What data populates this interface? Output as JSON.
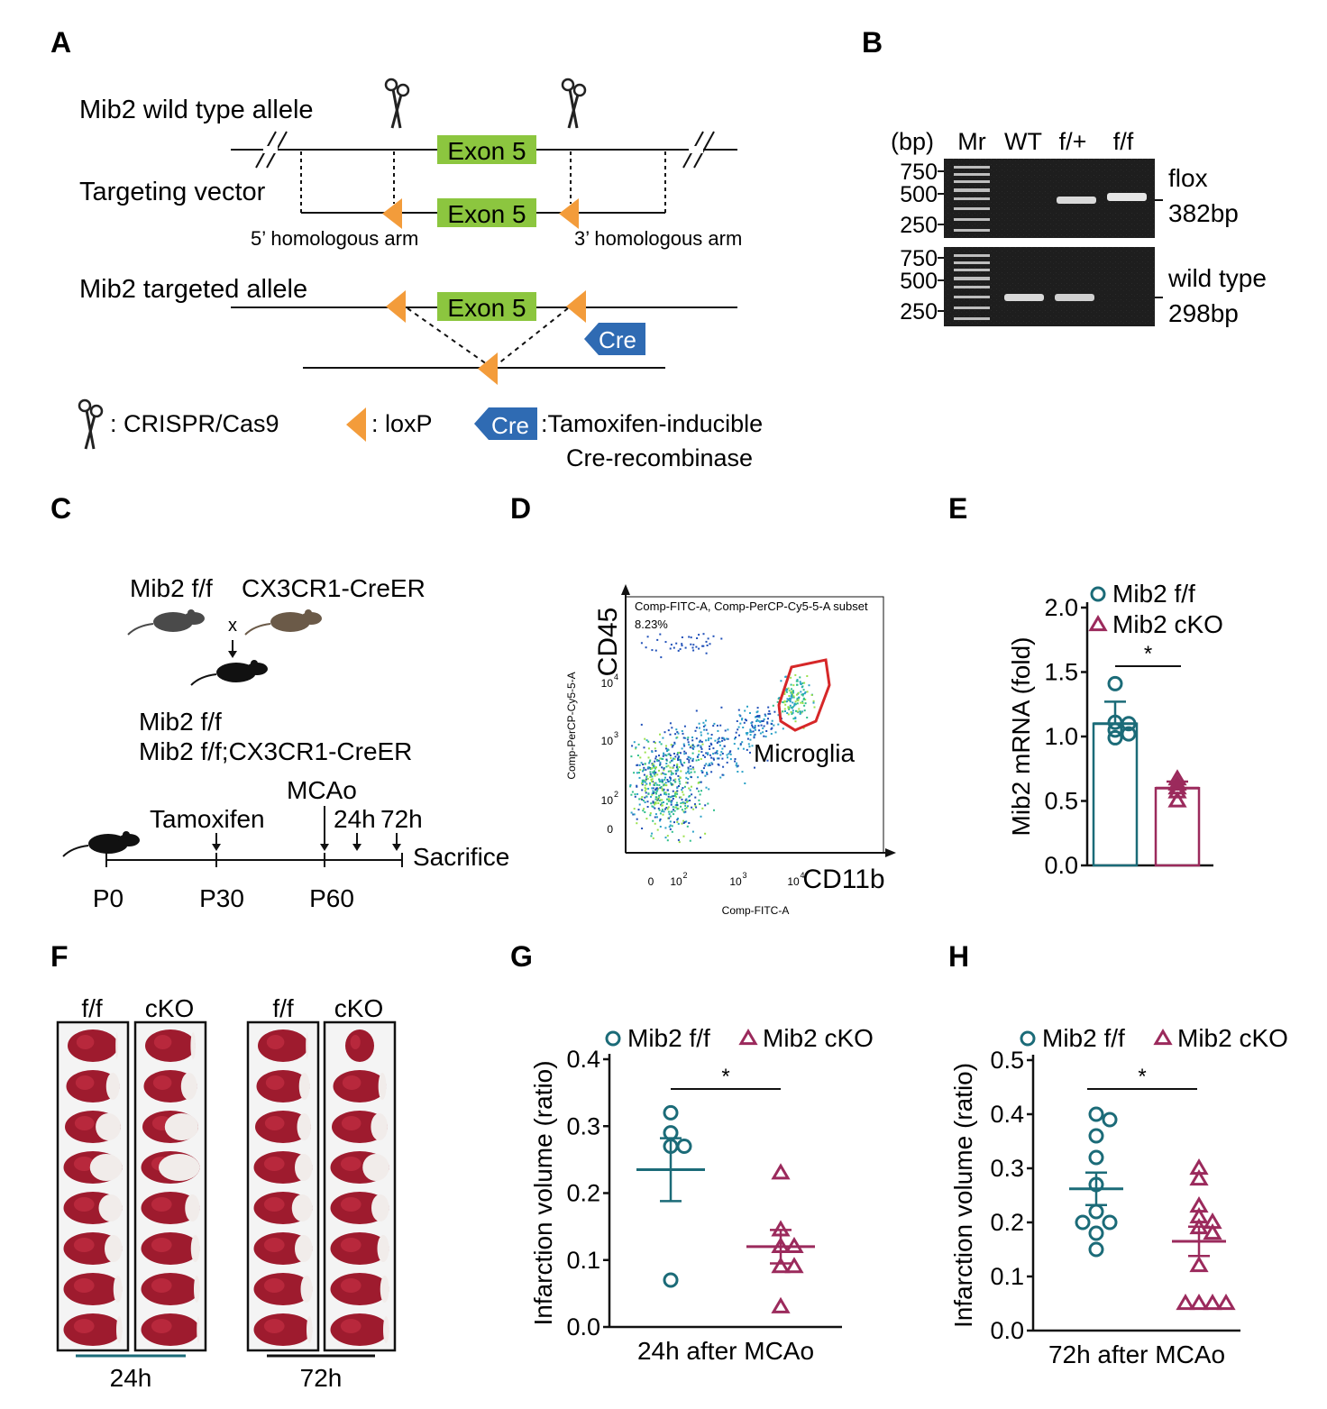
{
  "colors": {
    "exon": "#8cc63f",
    "loxp": "#f39c3b",
    "cre": "#2f6bb3",
    "ff": "#1b6b78",
    "cko": "#9b2a5c",
    "gate": "#d62728",
    "gel": "#1a1a1a"
  },
  "panels": {
    "a": "A",
    "b": "B",
    "c": "C",
    "d": "D",
    "e": "E",
    "f": "F",
    "g": "G",
    "h": "H"
  },
  "panel_a": {
    "wt_allele": "Mib2 wild type allele",
    "targeting_vector": "Targeting vector",
    "targeted_allele": "Mib2 targeted allele",
    "exon": "Exon 5",
    "arm5": "5’ homologous arm",
    "arm3": "3’ homologous arm",
    "cre": "Cre",
    "legend_crispr": ": CRISPR/Cas9",
    "legend_loxp": ": loxP",
    "legend_cre1": ":Tamoxifen-inducible",
    "legend_cre2": "Cre-recombinase",
    "icons": [
      "scissors-icon",
      "loxp-triangle-icon",
      "cre-tag-icon"
    ]
  },
  "panel_b": {
    "bp": "(bp)",
    "lanes": [
      "Mr",
      "WT",
      "f/+",
      "f/f"
    ],
    "markers": [
      "750",
      "500",
      "250"
    ],
    "top_band1": "flox",
    "top_band2": "382bp",
    "bottom_band1": "wild type",
    "bottom_band2": "298bp"
  },
  "panel_c": {
    "parent1": "Mib2 f/f",
    "parent2": "CX3CR1-CreER",
    "cross": "x",
    "offspring1": "Mib2 f/f",
    "offspring2": "Mib2 f/f;CX3CR1-CreER",
    "tamoxifen": "Tamoxifen",
    "mcao": "MCAo",
    "t24": "24h",
    "t72": "72h",
    "sacrifice": "Sacrifice",
    "p0": "P0",
    "p30": "P30",
    "p60": "P60",
    "icons": [
      "mouse-icon"
    ]
  },
  "panel_d": {
    "gate_title": "Comp-FITC-A, Comp-PerCP-Cy5-5-A subset",
    "percent": "8.23%",
    "ylabel_big": "CD45",
    "ylabel_small": "Comp-PerCP-Cy5-5-A",
    "xlabel_big": "CD11b",
    "xlabel_small": "Comp-FITC-A",
    "gate_label": "Microglia",
    "yticks": [
      "10",
      "10",
      "10",
      "0"
    ],
    "yexp": [
      "4",
      "3",
      "2",
      ""
    ],
    "xticks": [
      "0",
      "10",
      "10",
      "10"
    ],
    "xexp": [
      "",
      "2",
      "3",
      "4"
    ]
  },
  "chart_data": [
    {
      "type": "scatter",
      "panel": "E",
      "chart_kind": "bar with individual points, mean ± SEM",
      "ylabel": "Mib2 mRNA (fold)",
      "ylim": [
        0,
        2
      ],
      "yticks": [
        "0.0",
        "0.5",
        "1.0",
        "1.5",
        "2.0"
      ],
      "significance": "*",
      "legend_placement": "top-right",
      "series": [
        {
          "name": "Mib2 f/f",
          "mean": 1.1,
          "sem": 0.17,
          "points": [
            1.41,
            1.11,
            1.05,
            1.02,
            0.99,
            1.1
          ]
        },
        {
          "name": "Mib2 cKO",
          "mean": 0.6,
          "sem": 0.05,
          "points": [
            0.67,
            0.63,
            0.6,
            0.57,
            0.5
          ]
        }
      ]
    },
    {
      "type": "scatter",
      "panel": "G",
      "chart_kind": "dot plot, mean ± SEM",
      "ylabel": "Infarction volume (ratio)",
      "xlabel": "24h after MCAo",
      "ylim": [
        0,
        0.4
      ],
      "yticks": [
        "0.0",
        "0.1",
        "0.2",
        "0.3",
        "0.4"
      ],
      "significance": "*",
      "legend_placement": "top",
      "series": [
        {
          "name": "Mib2 f/f",
          "mean": 0.235,
          "sem": 0.047,
          "points": [
            0.32,
            0.29,
            0.27,
            0.27,
            0.07
          ]
        },
        {
          "name": "Mib2 cKO",
          "mean": 0.12,
          "sem": 0.025,
          "points": [
            0.23,
            0.145,
            0.12,
            0.12,
            0.09,
            0.09,
            0.03
          ]
        }
      ]
    },
    {
      "type": "scatter",
      "panel": "H",
      "chart_kind": "dot plot, mean ± SEM",
      "ylabel": "Infarction volume (ratio)",
      "xlabel": "72h after MCAo",
      "ylim": [
        0,
        0.5
      ],
      "yticks": [
        "0.0",
        "0.1",
        "0.2",
        "0.3",
        "0.4",
        "0.5"
      ],
      "significance": "*",
      "legend_placement": "top",
      "series": [
        {
          "name": "Mib2 f/f",
          "mean": 0.262,
          "sem": 0.03,
          "points": [
            0.4,
            0.39,
            0.36,
            0.32,
            0.27,
            0.22,
            0.2,
            0.2,
            0.18,
            0.15
          ]
        },
        {
          "name": "Mib2 cKO",
          "mean": 0.165,
          "sem": 0.027,
          "points": [
            0.3,
            0.28,
            0.23,
            0.21,
            0.2,
            0.19,
            0.18,
            0.12,
            0.05,
            0.05,
            0.05,
            0.05
          ]
        }
      ]
    }
  ],
  "panel_f": {
    "groups": [
      {
        "time": "24h",
        "cols": [
          "f/f",
          "cKO"
        ]
      },
      {
        "time": "72h",
        "cols": [
          "f/f",
          "cKO"
        ]
      }
    ],
    "slices_per_column": 8
  }
}
